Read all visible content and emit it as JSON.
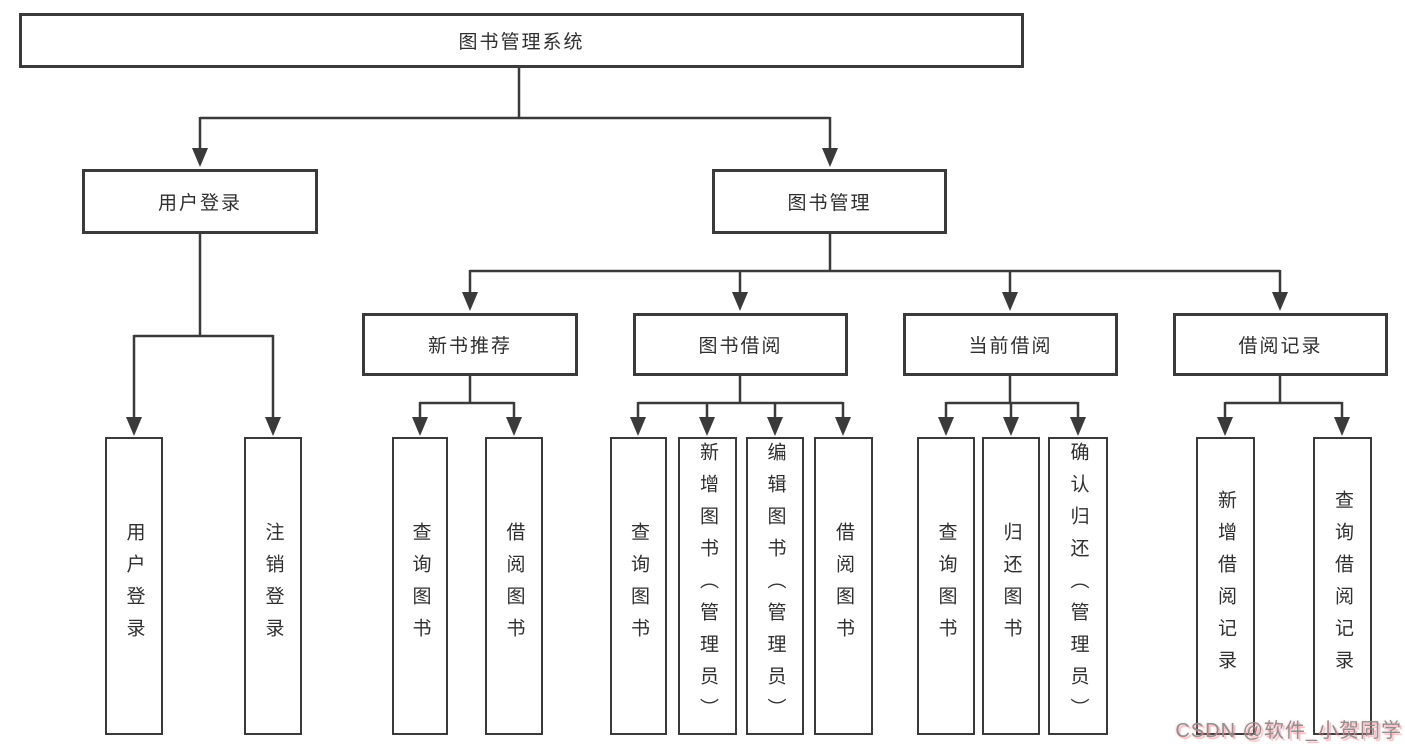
{
  "diagram": {
    "root": {
      "label": "图书管理系统"
    },
    "level2": [
      {
        "id": "user-login",
        "label": "用户登录"
      },
      {
        "id": "book-management",
        "label": "图书管理"
      }
    ],
    "level3": [
      {
        "id": "new-book-recommend",
        "parent": "图书管理",
        "label": "新书推荐"
      },
      {
        "id": "book-borrowing",
        "parent": "图书管理",
        "label": "图书借阅"
      },
      {
        "id": "current-borrowing",
        "parent": "图书管理",
        "label": "当前借阅"
      },
      {
        "id": "borrowing-records",
        "parent": "图书管理",
        "label": "借阅记录"
      }
    ],
    "leaves": [
      {
        "id": "user-login-leaf",
        "parent": "用户登录",
        "label": "用户登录"
      },
      {
        "id": "logout",
        "parent": "用户登录",
        "label": "注销登录"
      },
      {
        "id": "recommend-query-book",
        "parent": "新书推荐",
        "label": "查询图书"
      },
      {
        "id": "recommend-borrow-book",
        "parent": "新书推荐",
        "label": "借阅图书"
      },
      {
        "id": "borrowing-query-book",
        "parent": "图书借阅",
        "label": "查询图书"
      },
      {
        "id": "borrowing-add-book-admin",
        "parent": "图书借阅",
        "label": "新增图书（管理员）"
      },
      {
        "id": "borrowing-edit-book-admin",
        "parent": "图书借阅",
        "label": "编辑图书（管理员）"
      },
      {
        "id": "borrowing-borrow-book",
        "parent": "图书借阅",
        "label": "借阅图书"
      },
      {
        "id": "current-query-book",
        "parent": "当前借阅",
        "label": "查询图书"
      },
      {
        "id": "current-return-book",
        "parent": "当前借阅",
        "label": "归还图书"
      },
      {
        "id": "current-confirm-return-admin",
        "parent": "当前借阅",
        "label": "确认归还（管理员）"
      },
      {
        "id": "records-add-record",
        "parent": "借阅记录",
        "label": "新增借阅记录"
      },
      {
        "id": "records-query-record",
        "parent": "借阅记录",
        "label": "查询借阅记录"
      }
    ]
  },
  "watermark": "CSDN @软件_小贺同学",
  "colors": {
    "line": "#3a3a3a",
    "box_border": "#3a3a3a",
    "box_fill": "#ffffff",
    "text": "#2f2f2f",
    "background": "#ffffff",
    "watermark_text": "#8f8f8f",
    "watermark_glow": "#f87887"
  }
}
